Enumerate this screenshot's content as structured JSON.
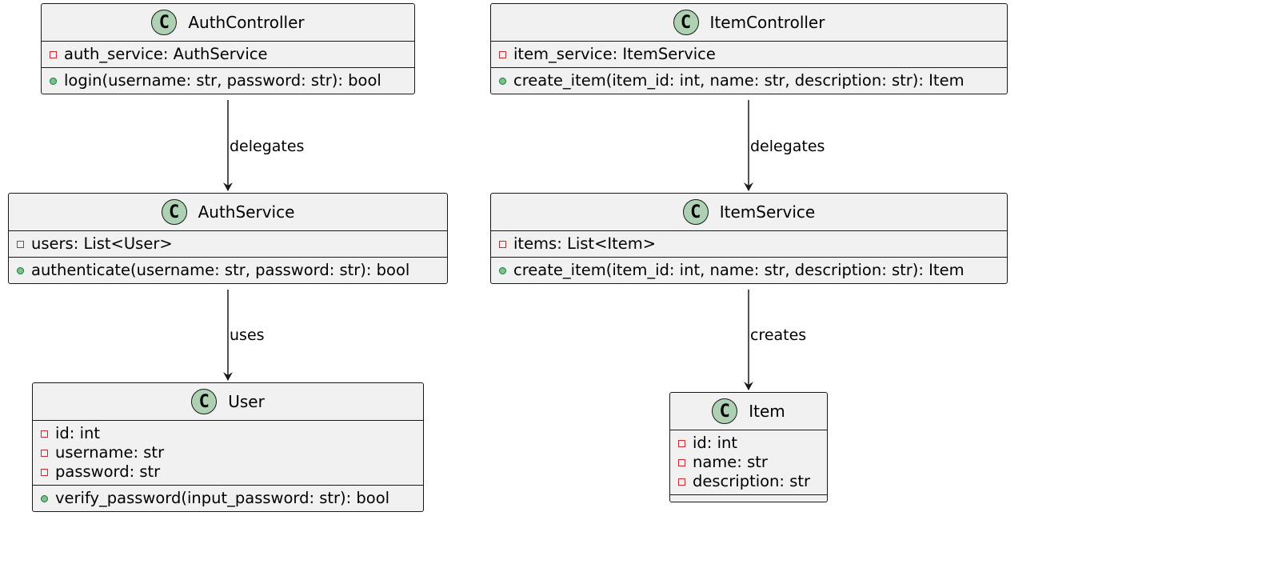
{
  "classes": {
    "auth_controller": {
      "stereotype": "C",
      "name": "AuthController",
      "fields": [
        {
          "visibility": "private",
          "text": "auth_service: AuthService"
        }
      ],
      "methods": [
        {
          "visibility": "public",
          "text": "login(username: str, password: str): bool"
        }
      ]
    },
    "auth_service": {
      "stereotype": "C",
      "name": "AuthService",
      "fields": [
        {
          "visibility": "private",
          "text": "users: List<User>"
        }
      ],
      "methods": [
        {
          "visibility": "public",
          "text": "authenticate(username: str, password: str): bool"
        }
      ]
    },
    "user": {
      "stereotype": "C",
      "name": "User",
      "fields": [
        {
          "visibility": "private",
          "text": "id: int"
        },
        {
          "visibility": "private",
          "text": "username: str"
        },
        {
          "visibility": "private",
          "text": "password: str"
        }
      ],
      "methods": [
        {
          "visibility": "public",
          "text": "verify_password(input_password: str): bool"
        }
      ]
    },
    "item_controller": {
      "stereotype": "C",
      "name": "ItemController",
      "fields": [
        {
          "visibility": "private",
          "text": "item_service: ItemService"
        }
      ],
      "methods": [
        {
          "visibility": "public",
          "text": "create_item(item_id: int, name: str, description: str): Item"
        }
      ]
    },
    "item_service": {
      "stereotype": "C",
      "name": "ItemService",
      "fields": [
        {
          "visibility": "private",
          "text": "items: List<Item>"
        }
      ],
      "methods": [
        {
          "visibility": "public",
          "text": "create_item(item_id: int, name: str, description: str): Item"
        }
      ]
    },
    "item": {
      "stereotype": "C",
      "name": "Item",
      "fields": [
        {
          "visibility": "private",
          "text": "id: int"
        },
        {
          "visibility": "private",
          "text": "name: str"
        },
        {
          "visibility": "private",
          "text": "description: str"
        }
      ],
      "methods": []
    }
  },
  "relations": {
    "auth_controller_to_auth_service": {
      "from": "AuthController",
      "to": "AuthService",
      "label": "delegates"
    },
    "auth_service_to_user": {
      "from": "AuthService",
      "to": "User",
      "label": "uses"
    },
    "item_controller_to_item_service": {
      "from": "ItemController",
      "to": "ItemService",
      "label": "delegates"
    },
    "item_service_to_item": {
      "from": "ItemService",
      "to": "Item",
      "label": "creates"
    }
  },
  "colors": {
    "class_fill": "#f1f1f1",
    "border": "#181818",
    "badge_fill": "#add1b2",
    "private_marker": "#c82930",
    "public_marker": "#84be84"
  }
}
